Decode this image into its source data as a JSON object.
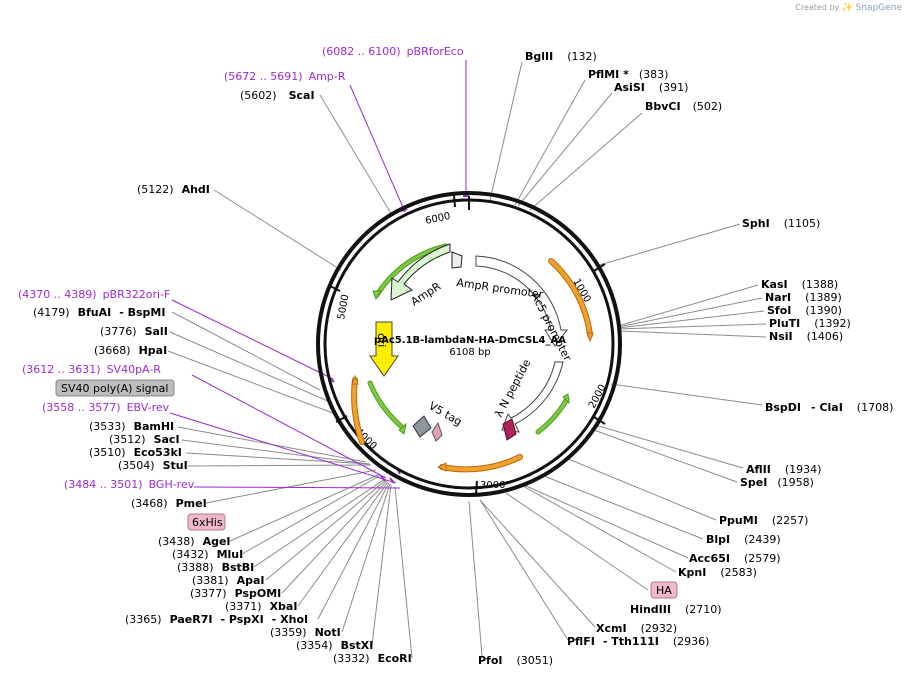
{
  "credit": {
    "prefix": "Created by",
    "brand": "SnapGene"
  },
  "plasmid": {
    "name": "pAc5.1B-lambdaN-HA-DmCSL4_AA",
    "length": "6108 bp"
  },
  "ticks": [
    "1000",
    "2000",
    "3000",
    "4000",
    "5000",
    "6000"
  ],
  "features": {
    "AmpR": "AmpR",
    "AmpR_promoter": "AmpR promoter",
    "Ac5_promoter": "Ac5 promoter",
    "lambdaN": "λ N peptide",
    "V5": "V5 tag",
    "ori": "ori"
  },
  "primers": [
    {
      "pos": "(6082 .. 6100)",
      "name": "pBRforEco"
    },
    {
      "pos": "(5672 .. 5691)",
      "name": "Amp-R"
    },
    {
      "pos": "(4370 .. 4389)",
      "name": "pBR322ori-F"
    },
    {
      "pos": "(3612 .. 3631)",
      "name": "SV40pA-R"
    },
    {
      "pos": "(3558 .. 3577)",
      "name": "EBV-rev"
    },
    {
      "pos": "(3484 .. 3501)",
      "name": "BGH-rev"
    }
  ],
  "boxed_labels": [
    "SV40 poly(A) signal",
    "6xHis",
    "HA"
  ],
  "sites_right": [
    {
      "name": "BglII",
      "pos": "(132)"
    },
    {
      "name": "PflMI *",
      "pos": "(383)"
    },
    {
      "name": "AsiSI",
      "pos": "(391)"
    },
    {
      "name": "BbvCI",
      "pos": "(502)"
    },
    {
      "name": "SphI",
      "pos": "(1105)"
    },
    {
      "name": "KasI",
      "pos": "(1388)"
    },
    {
      "name": "NarI",
      "pos": "(1389)"
    },
    {
      "name": "SfoI",
      "pos": "(1390)"
    },
    {
      "name": "PluTI",
      "pos": "(1392)"
    },
    {
      "name": "NsiI",
      "pos": "(1406)"
    },
    {
      "name": "BspDI",
      "pos": "(1708)",
      "alt": "ClaI"
    },
    {
      "name": "AflII",
      "pos": "(1934)"
    },
    {
      "name": "SpeI",
      "pos": "(1958)"
    },
    {
      "name": "PpuMI",
      "pos": "(2257)"
    },
    {
      "name": "BlpI",
      "pos": "(2439)"
    },
    {
      "name": "Acc65I",
      "pos": "(2579)"
    },
    {
      "name": "KpnI",
      "pos": "(2583)"
    },
    {
      "name": "HindIII",
      "pos": "(2710)"
    },
    {
      "name": "XcmI",
      "pos": "(2932)"
    },
    {
      "name": "PflFI",
      "pos": "(2936)",
      "alt": "Tth111I"
    },
    {
      "name": "PfoI",
      "pos": "(3051)"
    }
  ],
  "sites_left": [
    {
      "name": "ScaI",
      "pos": "(5602)"
    },
    {
      "name": "AhdI",
      "pos": "(5122)"
    },
    {
      "name": "BfuAI",
      "pos": "(4179)",
      "alt": "BspMI"
    },
    {
      "name": "SalI",
      "pos": "(3776)"
    },
    {
      "name": "HpaI",
      "pos": "(3668)"
    },
    {
      "name": "BamHI",
      "pos": "(3533)"
    },
    {
      "name": "SacI",
      "pos": "(3512)"
    },
    {
      "name": "Eco53kI",
      "pos": "(3510)"
    },
    {
      "name": "StuI",
      "pos": "(3504)"
    },
    {
      "name": "PmeI",
      "pos": "(3468)"
    },
    {
      "name": "AgeI",
      "pos": "(3438)"
    },
    {
      "name": "MluI",
      "pos": "(3432)"
    },
    {
      "name": "BstBI",
      "pos": "(3388)"
    },
    {
      "name": "ApaI",
      "pos": "(3381)"
    },
    {
      "name": "PspOMI",
      "pos": "(3377)"
    },
    {
      "name": "XbaI",
      "pos": "(3371)"
    },
    {
      "name": "PaeR7I",
      "pos": "(3365)",
      "alt": "PspXI",
      "alt2": "XhoI"
    },
    {
      "name": "NotI",
      "pos": "(3359)"
    },
    {
      "name": "BstXI",
      "pos": "(3354)"
    },
    {
      "name": "EcoRI",
      "pos": "(3332)"
    }
  ],
  "colors": {
    "backbone": "#111111",
    "site_line": "#8c8c8c",
    "primer": "#9a2bd3",
    "orf_orange": "#f2a22a",
    "orf_green": "#7ccb3c",
    "ampr_fill": "#d8f7d0",
    "ori_yellow": "#ffee00",
    "lambda": "#b0225a",
    "v5": "#8e979e",
    "boxed_gray": "#bdbdbd",
    "boxed_pink": "#f0b8c8"
  }
}
